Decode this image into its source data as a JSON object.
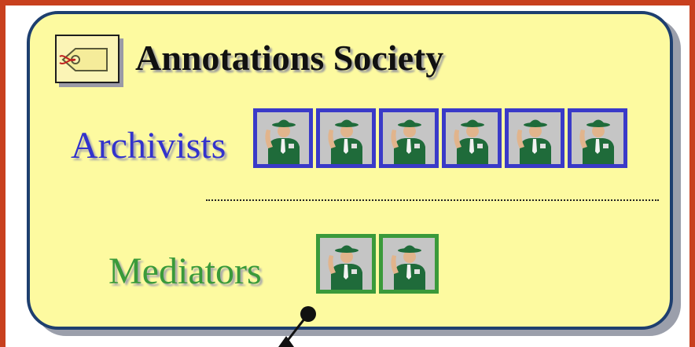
{
  "title": "Annotations Society",
  "title_icon": "tag-icon",
  "groups": {
    "archivists": {
      "label": "Archivists",
      "count": 6,
      "icon": "ranger-person-icon",
      "color": "#3333cc"
    },
    "mediators": {
      "label": "Mediators",
      "count": 2,
      "icon": "ranger-person-icon",
      "color": "#3a9a3a"
    }
  },
  "colors": {
    "background": "#fdfaa0",
    "border": "#1e3f6f",
    "frame": "#c8401e"
  }
}
